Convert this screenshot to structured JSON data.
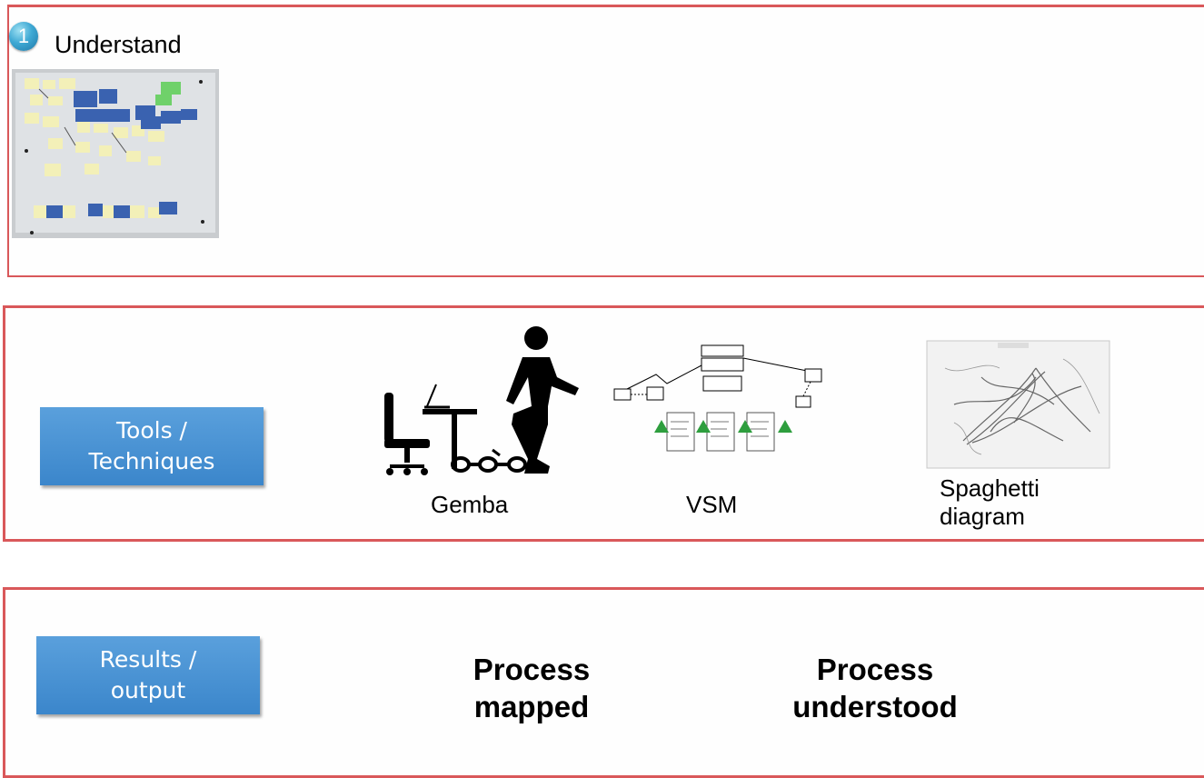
{
  "step": {
    "number": "1",
    "title": "Understand"
  },
  "tools": {
    "label": "Tools /\nTechniques",
    "items": [
      {
        "caption": "Gemba",
        "icon": "gemba-person-desk-icon"
      },
      {
        "caption": "VSM",
        "icon": "value-stream-map-icon"
      },
      {
        "caption": "Spaghetti\ndiagram",
        "icon": "spaghetti-diagram-icon"
      }
    ]
  },
  "results": {
    "label": "Results /\noutput",
    "items": [
      "Process\nmapped",
      "Process\nunderstood"
    ]
  },
  "colors": {
    "panel_border": "#d9585a",
    "button_blue": "#4a94d4",
    "bubble": "#3fa9d4",
    "vsm_triangle": "#2e9e3e"
  }
}
